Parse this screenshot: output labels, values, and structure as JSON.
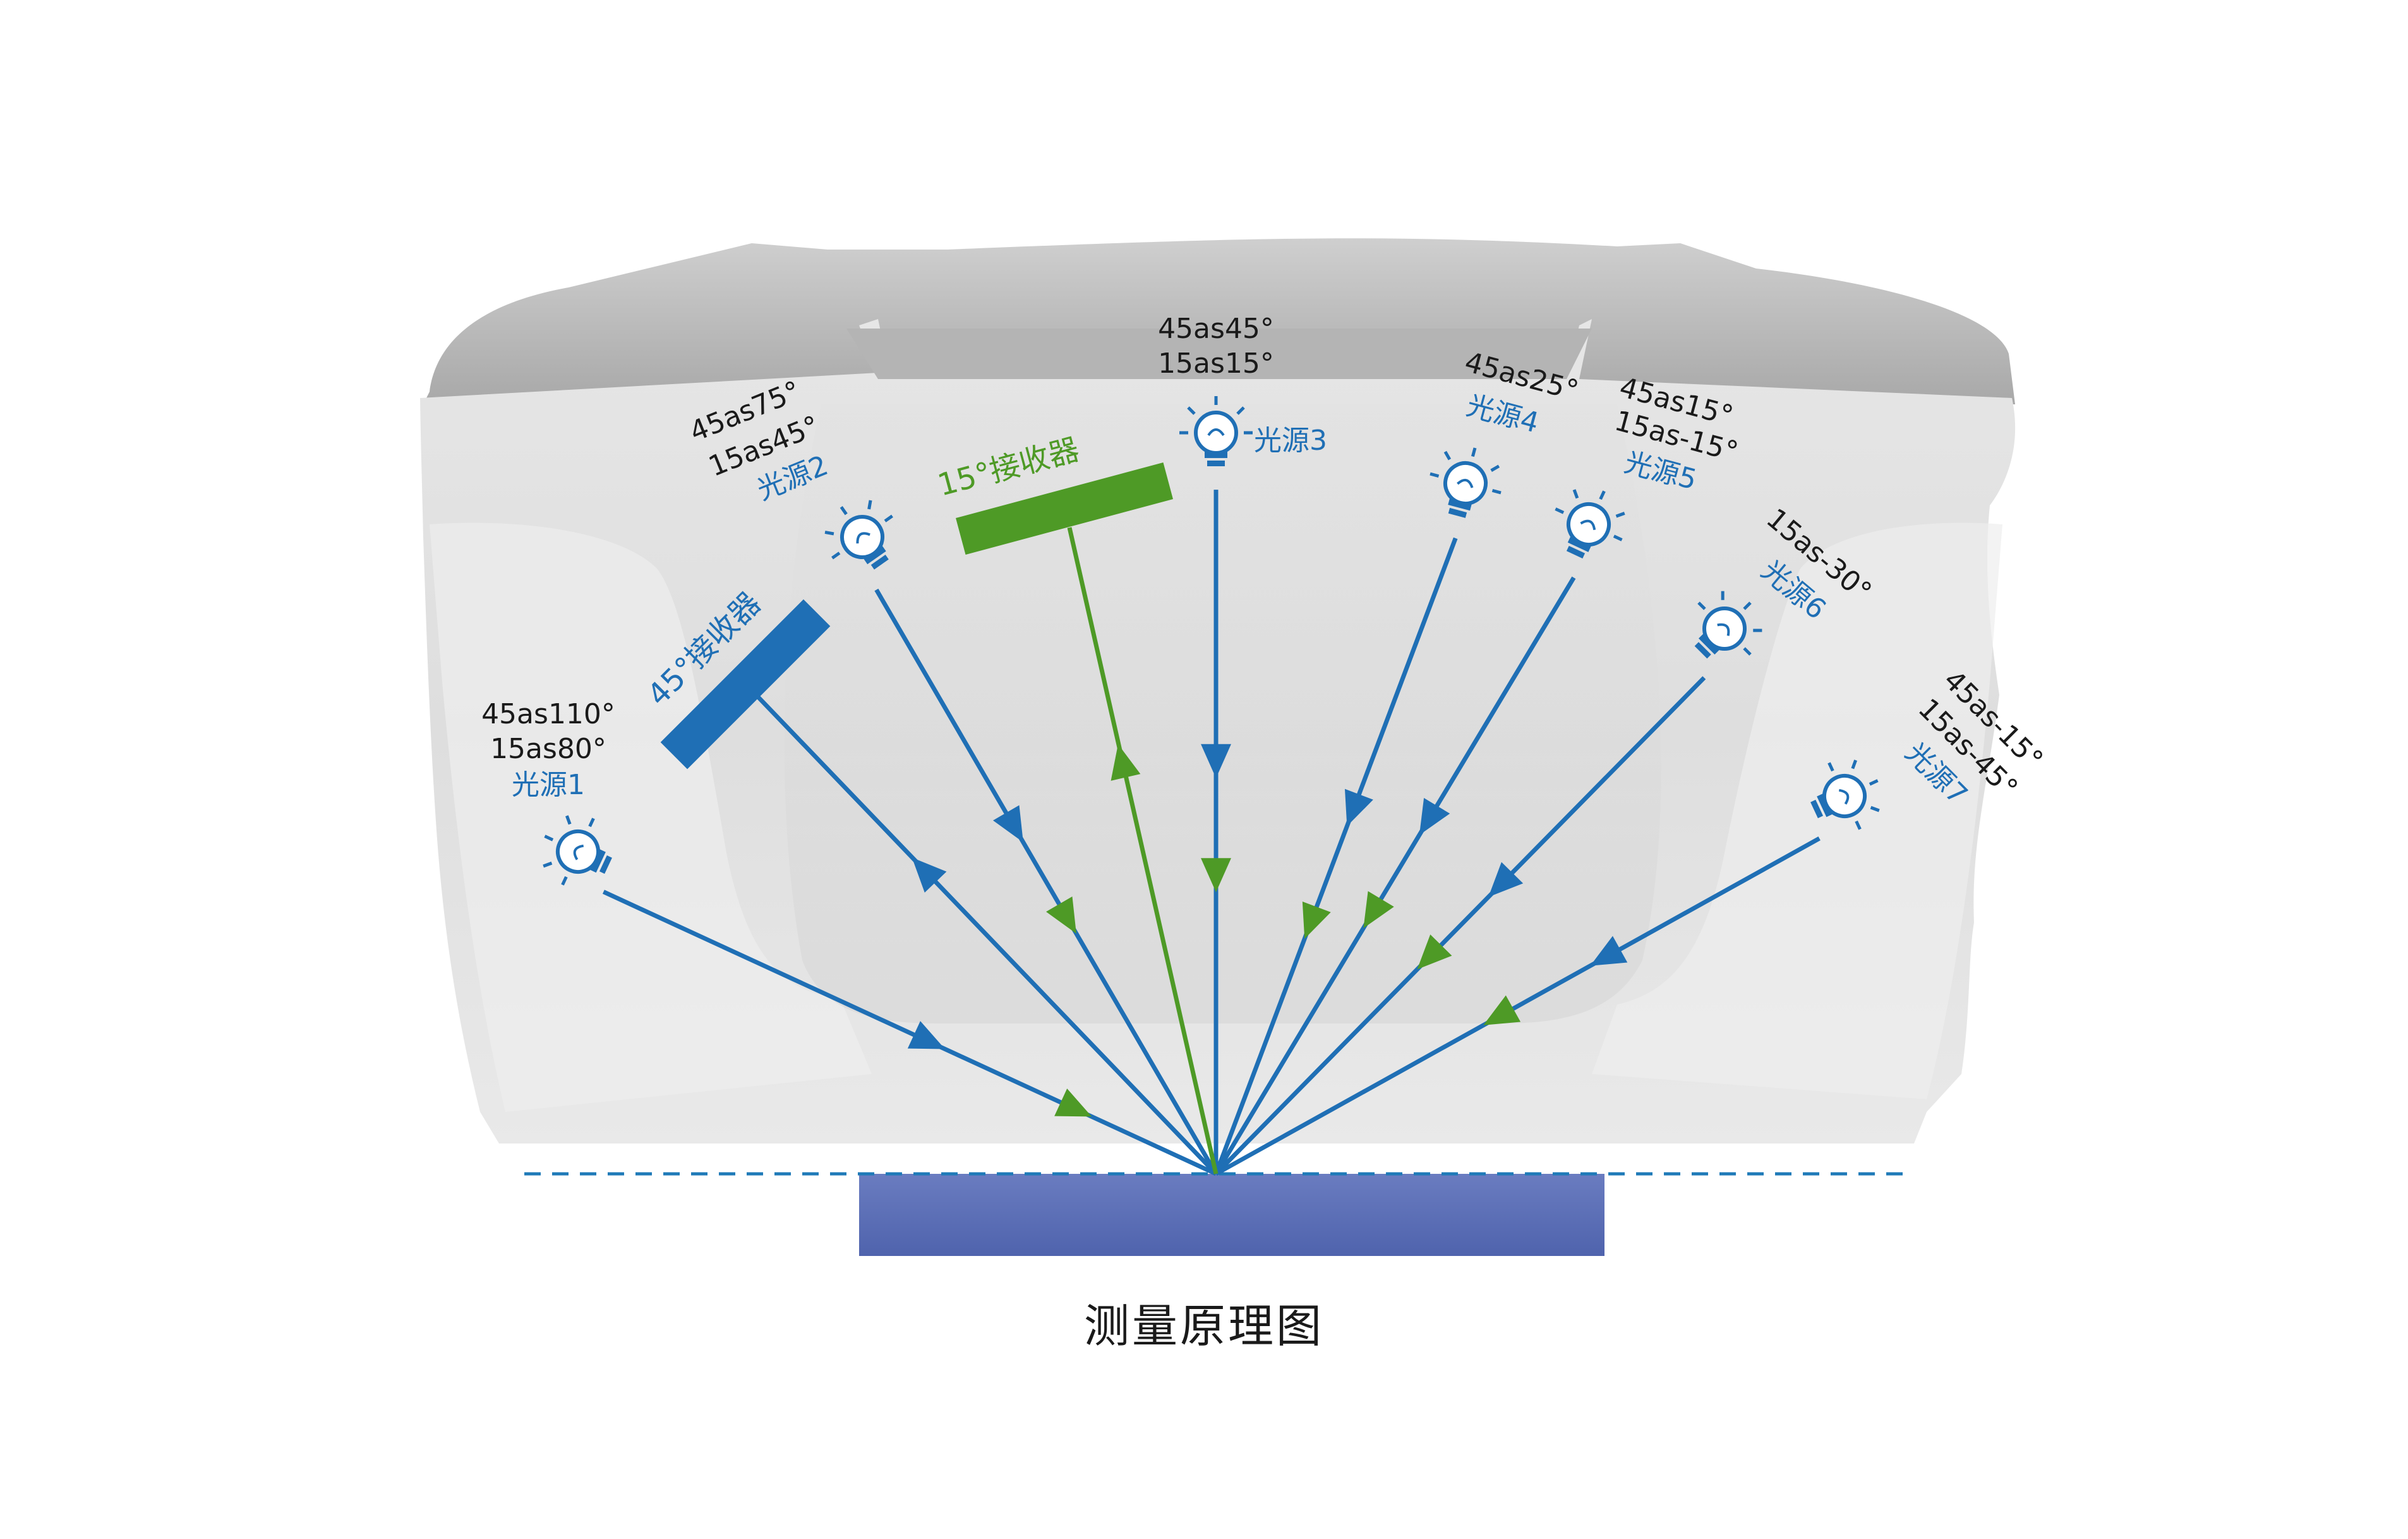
{
  "colors": {
    "blue": "#1f6fb5",
    "green": "#4e9a26",
    "sample": "#5b6fb5",
    "baseline": "#1f7ab8",
    "text": "#1a1a1a"
  },
  "caption": "测量原理图",
  "receivers": [
    {
      "name": "45°接收器",
      "color": "blue"
    },
    {
      "name": "15°接收器",
      "color": "green"
    }
  ],
  "light_sources": [
    {
      "name": "光源1",
      "angles": [
        "45as110°",
        "15as80°"
      ]
    },
    {
      "name": "光源2",
      "angles": [
        "45as75°",
        "15as45°"
      ]
    },
    {
      "name": "光源3",
      "angles": [
        "45as45°",
        "15as15°"
      ]
    },
    {
      "name": "光源4",
      "angles": [
        "45as25°"
      ]
    },
    {
      "name": "光源5",
      "angles": [
        "45as15°",
        "15as-15°"
      ]
    },
    {
      "name": "光源6",
      "angles": [
        "15as-30°"
      ]
    },
    {
      "name": "光源7",
      "angles": [
        "45as-15°",
        "15as-45°"
      ]
    }
  ],
  "icons": {
    "light_source": "light-bulb-icon",
    "receiver": "receiver-bar-icon"
  }
}
